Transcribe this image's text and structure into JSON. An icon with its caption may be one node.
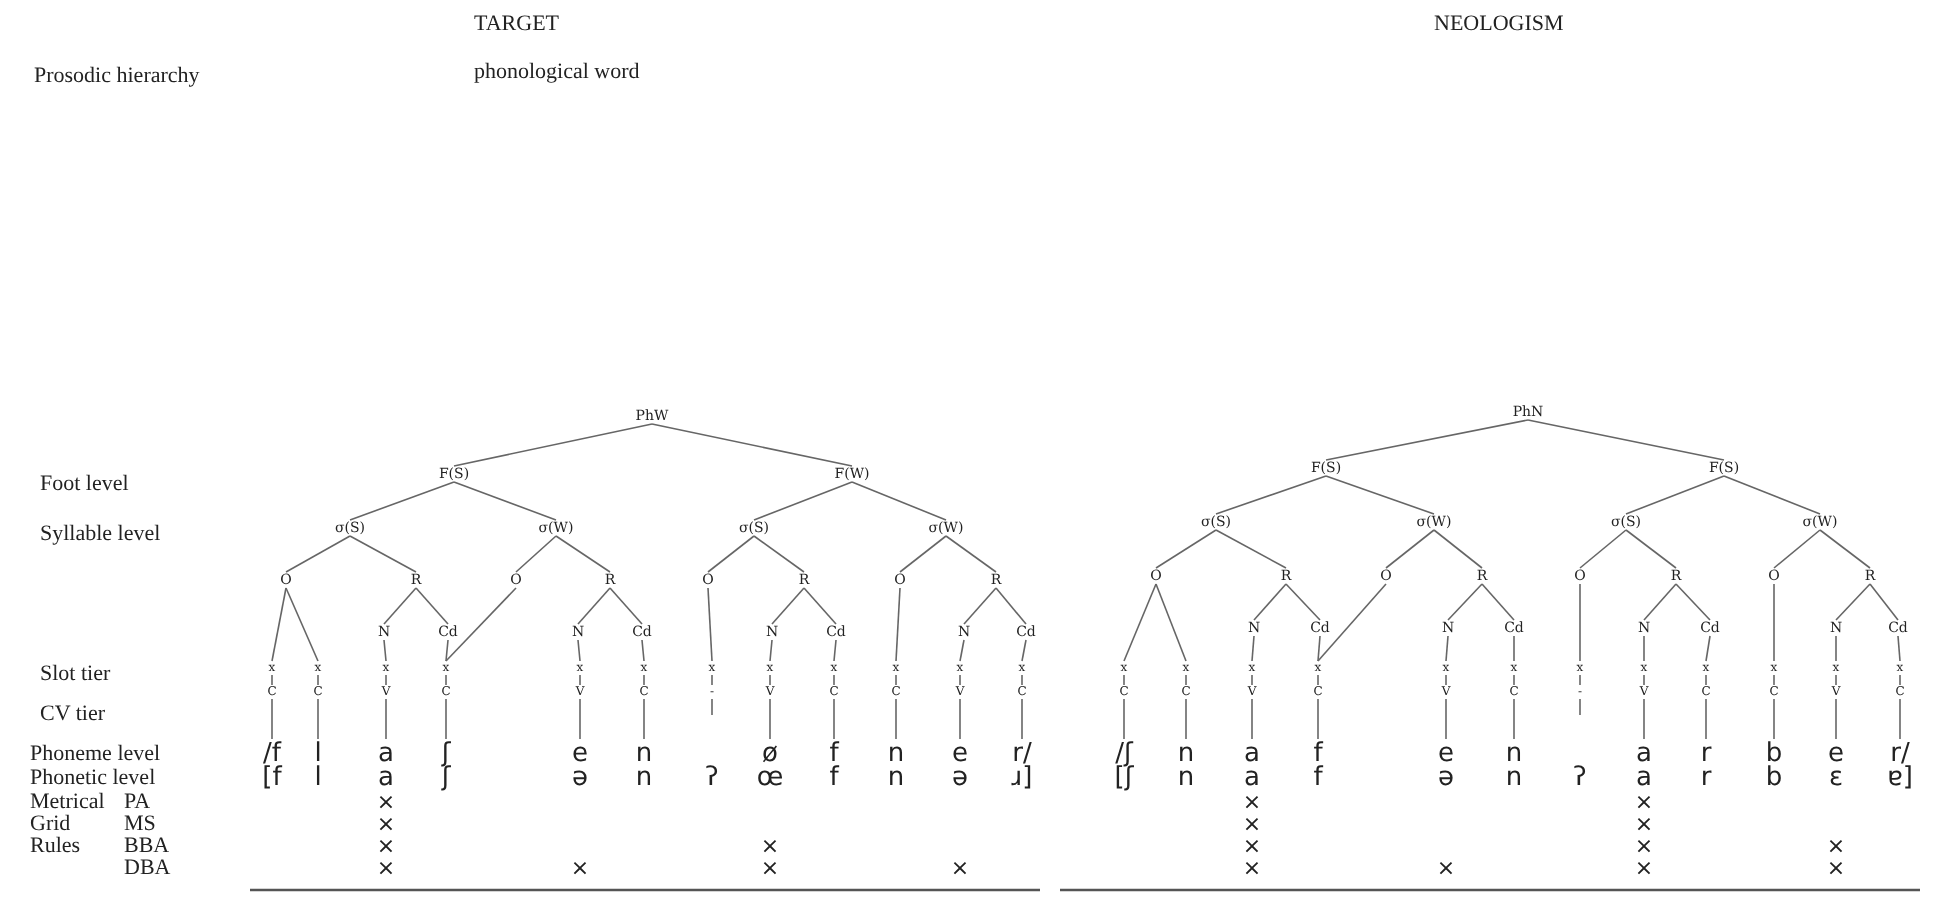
{
  "diagram": {
    "nodes": [
      {
        "text": [
          "PhW"
        ]
      },
      {
        "text": [
          "F(S)"
        ]
      },
      {
        "text": [
          "F(W)"
        ]
      },
      {
        "text": [
          "σ(S)"
        ]
      },
      {
        "text": [
          "σ(W)"
        ]
      },
      {
        "text": [
          "σ(S)"
        ]
      },
      {
        "text": [
          "σ(W)"
        ]
      },
      {
        "text": [
          "O"
        ]
      },
      {
        "text": [
          "R"
        ]
      },
      {
        "text": [
          "O"
        ]
      },
      {
        "text": [
          "R"
        ]
      },
      {
        "text": [
          "O"
        ]
      },
      {
        "text": [
          "R"
        ]
      },
      {
        "text": [
          "O"
        ]
      },
      {
        "text": [
          "R"
        ]
      },
      {
        "text": [
          "N"
        ]
      },
      {
        "text": [
          "Cd"
        ]
      },
      {
        "text": [
          "N"
        ]
      },
      {
        "text": [
          "Cd"
        ]
      },
      {
        "text": [
          "N"
        ]
      },
      {
        "text": [
          "Cd"
        ]
      },
      {
        "text": [
          "N"
        ]
      },
      {
        "text": [
          "Cd"
        ]
      },
      {
        "text": [
          "x"
        ]
      },
      {
        "text": [
          "x"
        ]
      },
      {
        "text": [
          "x"
        ]
      },
      {
        "text": [
          "x"
        ]
      },
      {
        "text": [
          "x"
        ]
      },
      {
        "text": [
          "x"
        ]
      },
      {
        "text": [
          "x"
        ]
      },
      {
        "text": [
          "x"
        ]
      },
      {
        "text": [
          "x"
        ]
      },
      {
        "text": [
          "x"
        ]
      },
      {
        "text": [
          "x"
        ]
      },
      {
        "text": [
          "x"
        ]
      },
      {
        "text": [
          "C"
        ]
      },
      {
        "text": [
          "C"
        ]
      },
      {
        "text": [
          "V"
        ]
      },
      {
        "text": [
          "C"
        ]
      },
      {
        "text": [
          "V"
        ]
      },
      {
        "text": [
          "C"
        ]
      },
      {
        "text": [
          "-"
        ]
      },
      {
        "text": [
          "V"
        ]
      },
      {
        "text": [
          "C"
        ]
      },
      {
        "text": [
          "C"
        ]
      },
      {
        "text": [
          "V"
        ]
      },
      {
        "text": [
          "C"
        ]
      },
      {
        "text": [
          "/f"
        ]
      },
      {
        "text": [
          "l"
        ]
      },
      {
        "text": [
          "a"
        ]
      },
      {
        "text": [
          "ʃ"
        ]
      },
      {
        "text": [
          "e"
        ]
      },
      {
        "text": [
          "n"
        ]
      },
      {
        "text": [
          "ø"
        ]
      },
      {
        "text": [
          "f"
        ]
      },
      {
        "text": [
          "n"
        ]
      },
      {
        "text": [
          "e"
        ]
      },
      {
        "text": [
          "r/"
        ]
      },
      {
        "text": [
          "PhN"
        ]
      },
      {
        "text": [
          "F(S)"
        ]
      },
      {
        "text": [
          "F(S)"
        ]
      },
      {
        "text": [
          "σ(S)"
        ]
      },
      {
        "text": [
          "σ(W)"
        ]
      },
      {
        "text": [
          "σ(S)"
        ]
      },
      {
        "text": [
          "σ(W)"
        ]
      },
      {
        "text": [
          "O"
        ]
      },
      {
        "text": [
          "R"
        ]
      },
      {
        "text": [
          "O"
        ]
      },
      {
        "text": [
          "R"
        ]
      },
      {
        "text": [
          "O"
        ]
      },
      {
        "text": [
          "R"
        ]
      },
      {
        "text": [
          "O"
        ]
      },
      {
        "text": [
          "R"
        ]
      },
      {
        "text": [
          "N"
        ]
      },
      {
        "text": [
          "Cd"
        ]
      },
      {
        "text": [
          "N"
        ]
      },
      {
        "text": [
          "Cd"
        ]
      },
      {
        "text": [
          "N"
        ]
      },
      {
        "text": [
          "Cd"
        ]
      },
      {
        "text": [
          "N"
        ]
      },
      {
        "text": [
          "Cd"
        ]
      },
      {
        "text": [
          "x"
        ]
      },
      {
        "text": [
          "x"
        ]
      },
      {
        "text": [
          "x"
        ]
      },
      {
        "text": [
          "x"
        ]
      },
      {
        "text": [
          "x"
        ]
      },
      {
        "text": [
          "x"
        ]
      },
      {
        "text": [
          "x"
        ]
      },
      {
        "text": [
          "x"
        ]
      },
      {
        "text": [
          "x"
        ]
      },
      {
        "text": [
          "x"
        ]
      },
      {
        "text": [
          "x"
        ]
      },
      {
        "text": [
          "x"
        ]
      },
      {
        "text": [
          "C"
        ]
      },
      {
        "text": [
          "C"
        ]
      },
      {
        "text": [
          "V"
        ]
      },
      {
        "text": [
          "C"
        ]
      },
      {
        "text": [
          "V"
        ]
      },
      {
        "text": [
          "C"
        ]
      },
      {
        "text": [
          "-"
        ]
      },
      {
        "text": [
          "V"
        ]
      },
      {
        "text": [
          "C"
        ]
      },
      {
        "text": [
          "C"
        ]
      },
      {
        "text": [
          "V"
        ]
      },
      {
        "text": [
          "C"
        ]
      },
      {
        "text": [
          "/ʃ"
        ]
      },
      {
        "text": [
          "n"
        ]
      },
      {
        "text": [
          "a"
        ]
      },
      {
        "text": [
          "f"
        ]
      },
      {
        "text": [
          "e"
        ]
      },
      {
        "text": [
          "n"
        ]
      },
      {
        "text": [
          "a"
        ]
      },
      {
        "text": [
          "r"
        ]
      },
      {
        "text": [
          "b"
        ]
      },
      {
        "text": [
          "e"
        ]
      },
      {
        "text": [
          "r/"
        ]
      }
    ],
    "edges": [
      {
        "from": 0,
        "to": 1,
        "arrow": "none"
      },
      {
        "from": 0,
        "to": 2,
        "arrow": "none"
      },
      {
        "from": 1,
        "to": 3,
        "arrow": "none"
      },
      {
        "from": 1,
        "to": 4,
        "arrow": "none"
      },
      {
        "from": 2,
        "to": 5,
        "arrow": "none"
      },
      {
        "from": 2,
        "to": 6,
        "arrow": "none"
      },
      {
        "from": 3,
        "to": 7,
        "arrow": "none"
      },
      {
        "from": 3,
        "to": 8,
        "arrow": "none"
      },
      {
        "from": 4,
        "to": 9,
        "arrow": "none"
      },
      {
        "from": 4,
        "to": 10,
        "arrow": "none"
      },
      {
        "from": 5,
        "to": 11,
        "arrow": "none"
      },
      {
        "from": 5,
        "to": 12,
        "arrow": "none"
      },
      {
        "from": 6,
        "to": 13,
        "arrow": "none"
      },
      {
        "from": 6,
        "to": 14,
        "arrow": "none"
      },
      {
        "from": 8,
        "to": 15,
        "arrow": "none"
      },
      {
        "from": 8,
        "to": 16,
        "arrow": "none"
      },
      {
        "from": 10,
        "to": 17,
        "arrow": "none"
      },
      {
        "from": 10,
        "to": 18,
        "arrow": "none"
      },
      {
        "from": 12,
        "to": 19,
        "arrow": "none"
      },
      {
        "from": 12,
        "to": 20,
        "arrow": "none"
      },
      {
        "from": 14,
        "to": 21,
        "arrow": "none"
      },
      {
        "from": 14,
        "to": 22,
        "arrow": "none"
      },
      {
        "from": 7,
        "to": 23,
        "arrow": "none"
      },
      {
        "from": 7,
        "to": 24,
        "arrow": "none"
      },
      {
        "from": 15,
        "to": 25,
        "arrow": "none"
      },
      {
        "from": 16,
        "to": 26,
        "arrow": "none"
      },
      {
        "from": 9,
        "to": 26,
        "arrow": "none"
      },
      {
        "from": 17,
        "to": 27,
        "arrow": "none"
      },
      {
        "from": 18,
        "to": 28,
        "arrow": "none"
      },
      {
        "from": 11,
        "to": 29,
        "arrow": "none"
      },
      {
        "from": 19,
        "to": 30,
        "arrow": "none"
      },
      {
        "from": 20,
        "to": 31,
        "arrow": "none"
      },
      {
        "from": 13,
        "to": 32,
        "arrow": "none"
      },
      {
        "from": 21,
        "to": 33,
        "arrow": "none"
      },
      {
        "from": 22,
        "to": 34,
        "arrow": "none"
      },
      {
        "from": 23,
        "to": 35,
        "arrow": "none"
      },
      {
        "from": 24,
        "to": 36,
        "arrow": "none"
      },
      {
        "from": 25,
        "to": 37,
        "arrow": "none"
      },
      {
        "from": 26,
        "to": 38,
        "arrow": "none"
      },
      {
        "from": 27,
        "to": 39,
        "arrow": "none"
      },
      {
        "from": 28,
        "to": 40,
        "arrow": "none"
      },
      {
        "from": 29,
        "to": 41,
        "arrow": "none"
      },
      {
        "from": 30,
        "to": 42,
        "arrow": "none"
      },
      {
        "from": 31,
        "to": 43,
        "arrow": "none"
      },
      {
        "from": 32,
        "to": 44,
        "arrow": "none"
      },
      {
        "from": 33,
        "to": 45,
        "arrow": "none"
      },
      {
        "from": 34,
        "to": 46,
        "arrow": "none"
      },
      {
        "from": 35,
        "to": 47,
        "arrow": "none"
      },
      {
        "from": 36,
        "to": 48,
        "arrow": "none"
      },
      {
        "from": 37,
        "to": 49,
        "arrow": "none"
      },
      {
        "from": 38,
        "to": 50,
        "arrow": "none"
      },
      {
        "from": 39,
        "to": 51,
        "arrow": "none"
      },
      {
        "from": 40,
        "to": 52,
        "arrow": "none"
      },
      {
        "from": 41,
        "to": null,
        "arrow": "none"
      },
      {
        "from": 42,
        "to": 53,
        "arrow": "none"
      },
      {
        "from": 43,
        "to": 54,
        "arrow": "none"
      },
      {
        "from": 44,
        "to": 55,
        "arrow": "none"
      },
      {
        "from": 45,
        "to": 56,
        "arrow": "none"
      },
      {
        "from": 46,
        "to": 57,
        "arrow": "none"
      },
      {
        "from": 58,
        "to": 59,
        "arrow": "none"
      },
      {
        "from": 58,
        "to": 60,
        "arrow": "none"
      },
      {
        "from": 59,
        "to": 61,
        "arrow": "none"
      },
      {
        "from": 59,
        "to": 62,
        "arrow": "none"
      },
      {
        "from": 60,
        "to": 63,
        "arrow": "none"
      },
      {
        "from": 60,
        "to": 64,
        "arrow": "none"
      },
      {
        "from": 61,
        "to": 65,
        "arrow": "none"
      },
      {
        "from": 61,
        "to": 66,
        "arrow": "none"
      },
      {
        "from": 62,
        "to": 67,
        "arrow": "none"
      },
      {
        "from": 62,
        "to": 68,
        "arrow": "none"
      },
      {
        "from": 63,
        "to": 69,
        "arrow": "none"
      },
      {
        "from": 63,
        "to": 70,
        "arrow": "none"
      },
      {
        "from": 64,
        "to": 71,
        "arrow": "none"
      },
      {
        "from": 64,
        "to": 72,
        "arrow": "none"
      },
      {
        "from": 66,
        "to": 73,
        "arrow": "none"
      },
      {
        "from": 66,
        "to": 74,
        "arrow": "none"
      },
      {
        "from": 68,
        "to": 75,
        "arrow": "none"
      },
      {
        "from": 68,
        "to": 76,
        "arrow": "none"
      },
      {
        "from": 70,
        "to": 77,
        "arrow": "none"
      },
      {
        "from": 70,
        "to": 78,
        "arrow": "none"
      },
      {
        "from": 72,
        "to": 79,
        "arrow": "none"
      },
      {
        "from": 72,
        "to": 80,
        "arrow": "none"
      },
      {
        "from": 65,
        "to": 81,
        "arrow": "none"
      },
      {
        "from": 65,
        "to": 82,
        "arrow": "none"
      },
      {
        "from": 73,
        "to": 83,
        "arrow": "none"
      },
      {
        "from": 74,
        "to": 84,
        "arrow": "none"
      },
      {
        "from": 67,
        "to": 84,
        "arrow": "none"
      },
      {
        "from": 75,
        "to": 85,
        "arrow": "none"
      },
      {
        "from": 76,
        "to": 86,
        "arrow": "none"
      },
      {
        "from": 69,
        "to": 87,
        "arrow": "none"
      },
      {
        "from": 77,
        "to": 88,
        "arrow": "none"
      },
      {
        "from": 78,
        "to": 89,
        "arrow": "none"
      },
      {
        "from": 71,
        "to": 90,
        "arrow": "none"
      },
      {
        "from": 79,
        "to": 91,
        "arrow": "none"
      },
      {
        "from": 80,
        "to": 92,
        "arrow": "none"
      },
      {
        "from": 81,
        "to": 93,
        "arrow": "none"
      },
      {
        "from": 82,
        "to": 94,
        "arrow": "none"
      },
      {
        "from": 83,
        "to": 95,
        "arrow": "none"
      },
      {
        "from": 84,
        "to": 96,
        "arrow": "none"
      },
      {
        "from": 85,
        "to": 97,
        "arrow": "none"
      },
      {
        "from": 86,
        "to": 98,
        "arrow": "none"
      },
      {
        "from": 87,
        "to": 99,
        "arrow": "none"
      },
      {
        "from": 88,
        "to": 100,
        "arrow": "none"
      },
      {
        "from": 89,
        "to": 101,
        "arrow": "none"
      },
      {
        "from": 90,
        "to": 102,
        "arrow": "none"
      },
      {
        "from": 91,
        "to": 103,
        "arrow": "none"
      },
      {
        "from": 92,
        "to": 104,
        "arrow": "none"
      },
      {
        "from": 93,
        "to": 105,
        "arrow": "none"
      },
      {
        "from": 94,
        "to": 106,
        "arrow": "none"
      },
      {
        "from": 95,
        "to": 107,
        "arrow": "none"
      },
      {
        "from": 96,
        "to": 108,
        "arrow": "none"
      },
      {
        "from": 97,
        "to": 109,
        "arrow": "none"
      },
      {
        "from": 98,
        "to": 110,
        "arrow": "none"
      },
      {
        "from": 99,
        "to": null,
        "arrow": "none"
      },
      {
        "from": 100,
        "to": 111,
        "arrow": "none"
      },
      {
        "from": 101,
        "to": 112,
        "arrow": "none"
      },
      {
        "from": 102,
        "to": 113,
        "arrow": "none"
      },
      {
        "from": 103,
        "to": 114,
        "arrow": "none"
      },
      {
        "from": 104,
        "to": 115,
        "arrow": "none"
      }
    ],
    "labels": [
      "TARGET",
      "NEOLOGISM",
      "Prosodic hierarchy",
      "phonological word",
      "Foot level",
      "Syllable level",
      "Slot tier",
      "CV tier",
      "Phoneme level",
      "Phonetic level",
      "Metrical",
      "PA",
      "Grid",
      "MS",
      "Rules",
      "BBA",
      "DBA",
      "[f",
      "l",
      "a",
      "ʃ",
      "ə",
      "n",
      "ʔ",
      "œ",
      "f",
      "n",
      "ə",
      "ɹ]",
      "[ʃ",
      "n",
      "a",
      "f",
      "ə",
      "n",
      "ʔ",
      "a",
      "r",
      "b",
      "ɛ",
      "ɐ]",
      "×",
      "×",
      "×",
      "×",
      "×",
      "×",
      "×",
      "×",
      "×",
      "×",
      "×",
      "×",
      "×",
      "×",
      "×",
      "×",
      "×",
      "×",
      "×"
    ]
  }
}
